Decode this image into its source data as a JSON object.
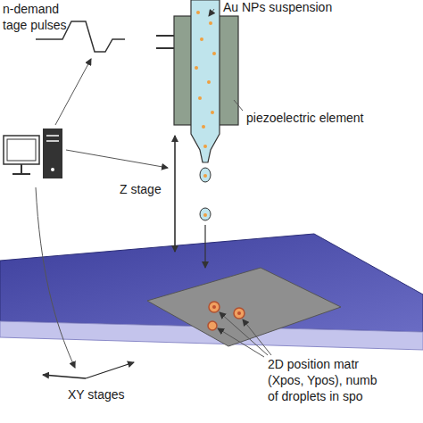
{
  "diagram": {
    "labels": [
      "n-demand",
      "tage pulses",
      "Au NPs suspension",
      "piezoelectric element",
      "Z stage",
      "2D position matr",
      "(Xpos, Ypos), numb",
      "of droplets in spo",
      "XY stages"
    ]
  }
}
